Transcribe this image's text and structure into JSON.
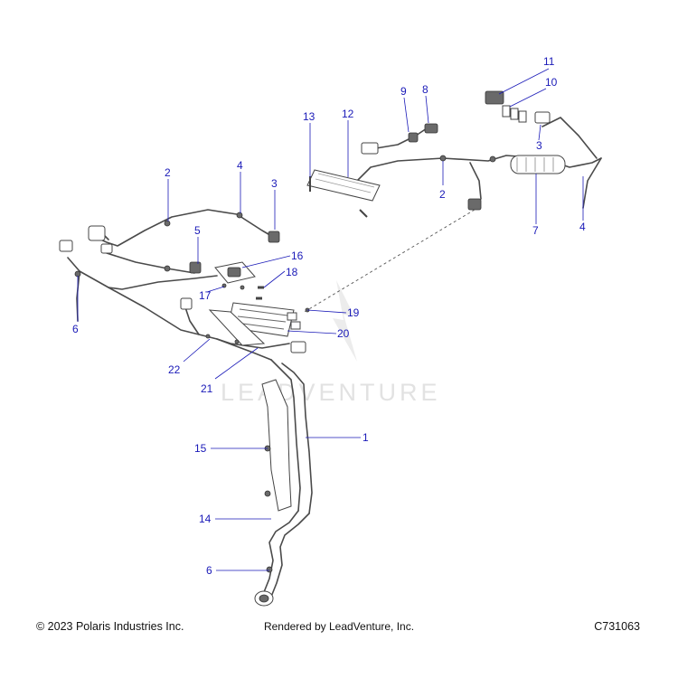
{
  "watermark": "LEADVENTURE",
  "footer": {
    "copyright": "© 2023 Polaris Industries Inc.",
    "rendered_by": "Rendered by LeadVenture, Inc.",
    "diagram_code": "C731063"
  },
  "callouts": [
    {
      "id": "c11",
      "label": "11"
    },
    {
      "id": "c10",
      "label": "10"
    },
    {
      "id": "c9",
      "label": "9"
    },
    {
      "id": "c8",
      "label": "8"
    },
    {
      "id": "c13",
      "label": "13"
    },
    {
      "id": "c12",
      "label": "12"
    },
    {
      "id": "c3a",
      "label": "3"
    },
    {
      "id": "c2a",
      "label": "2"
    },
    {
      "id": "c4a",
      "label": "4"
    },
    {
      "id": "c3b",
      "label": "3"
    },
    {
      "id": "c2b",
      "label": "2"
    },
    {
      "id": "c7",
      "label": "7"
    },
    {
      "id": "c4b",
      "label": "4"
    },
    {
      "id": "c5",
      "label": "5"
    },
    {
      "id": "c16",
      "label": "16"
    },
    {
      "id": "c18",
      "label": "18"
    },
    {
      "id": "c17",
      "label": "17"
    },
    {
      "id": "c19",
      "label": "19"
    },
    {
      "id": "c6a",
      "label": "6"
    },
    {
      "id": "c20",
      "label": "20"
    },
    {
      "id": "c22",
      "label": "22"
    },
    {
      "id": "c21",
      "label": "21"
    },
    {
      "id": "c1",
      "label": "1"
    },
    {
      "id": "c15",
      "label": "15"
    },
    {
      "id": "c14",
      "label": "14"
    },
    {
      "id": "c6b",
      "label": "6"
    }
  ]
}
